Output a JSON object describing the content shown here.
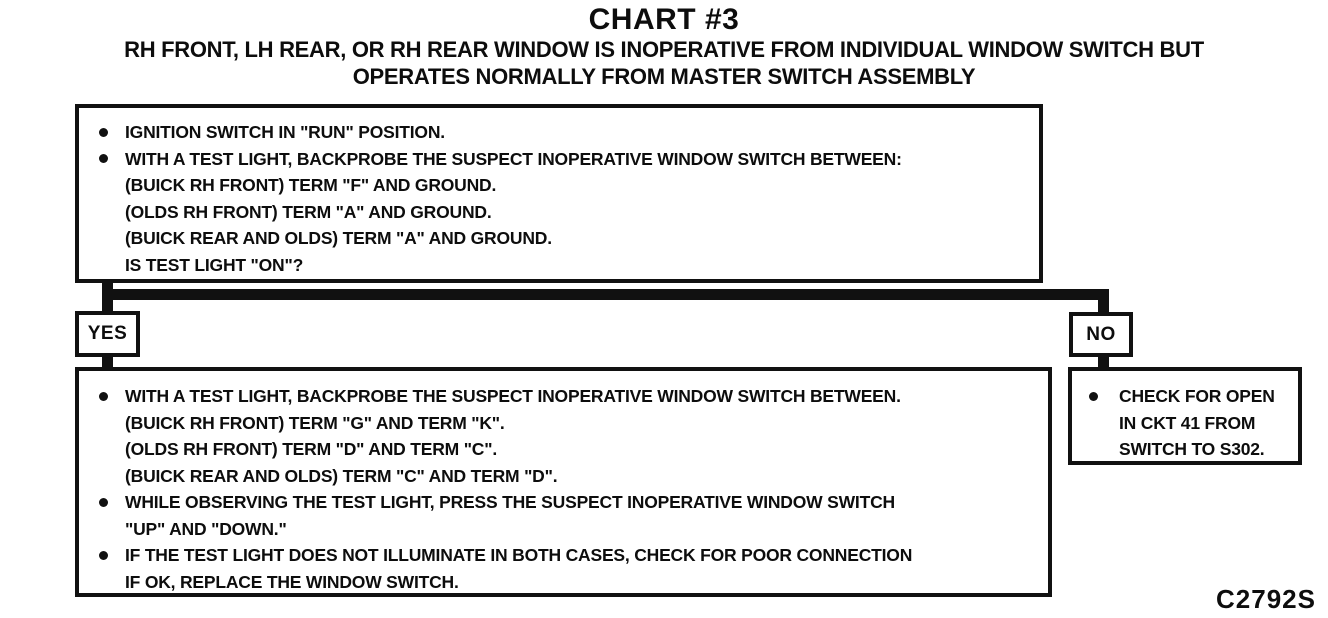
{
  "header": {
    "title": "CHART #3",
    "subtitle_line1": "RH FRONT, LH REAR, OR RH REAR WINDOW IS INOPERATIVE FROM INDIVIDUAL WINDOW SWITCH BUT",
    "subtitle_line2": "OPERATES NORMALLY FROM MASTER SWITCH ASSEMBLY"
  },
  "colors": {
    "ink": "#111111",
    "paper": "#ffffff"
  },
  "flowchart": {
    "step1": {
      "lines": [
        {
          "bullet": true,
          "text": "IGNITION SWITCH IN \"RUN\" POSITION."
        },
        {
          "bullet": true,
          "text": "WITH A TEST LIGHT, BACKPROBE THE SUSPECT INOPERATIVE WINDOW SWITCH BETWEEN:"
        },
        {
          "bullet": false,
          "text": "(BUICK RH FRONT) TERM \"F\" AND GROUND."
        },
        {
          "bullet": false,
          "text": "(OLDS RH FRONT) TERM \"A\" AND GROUND."
        },
        {
          "bullet": false,
          "text": "(BUICK REAR AND OLDS) TERM \"A\" AND GROUND."
        },
        {
          "bullet": false,
          "text": "IS TEST LIGHT \"ON\"?"
        }
      ]
    },
    "yes_label": "YES",
    "no_label": "NO",
    "yes_step": {
      "lines": [
        {
          "bullet": true,
          "text": "WITH A TEST LIGHT, BACKPROBE THE SUSPECT INOPERATIVE WINDOW SWITCH BETWEEN."
        },
        {
          "bullet": false,
          "text": "(BUICK RH FRONT) TERM \"G\" AND TERM \"K\"."
        },
        {
          "bullet": false,
          "text": "(OLDS RH FRONT) TERM \"D\" AND TERM \"C\"."
        },
        {
          "bullet": false,
          "text": "(BUICK REAR AND OLDS) TERM \"C\" AND TERM \"D\"."
        },
        {
          "bullet": true,
          "text": "WHILE OBSERVING THE TEST LIGHT, PRESS THE SUSPECT INOPERATIVE WINDOW SWITCH"
        },
        {
          "bullet": false,
          "text": "\"UP\" AND \"DOWN.\""
        },
        {
          "bullet": true,
          "text": "IF THE TEST LIGHT DOES NOT ILLUMINATE IN BOTH CASES, CHECK FOR POOR CONNECTION"
        },
        {
          "bullet": false,
          "text": "IF OK, REPLACE THE WINDOW SWITCH."
        }
      ]
    },
    "no_step": {
      "lines": [
        {
          "bullet": true,
          "text": "CHECK FOR OPEN"
        },
        {
          "bullet": false,
          "text": "IN CKT 41 FROM"
        },
        {
          "bullet": false,
          "text": "SWITCH TO S302."
        }
      ]
    }
  },
  "footer": {
    "figure_code": "C2792S"
  }
}
